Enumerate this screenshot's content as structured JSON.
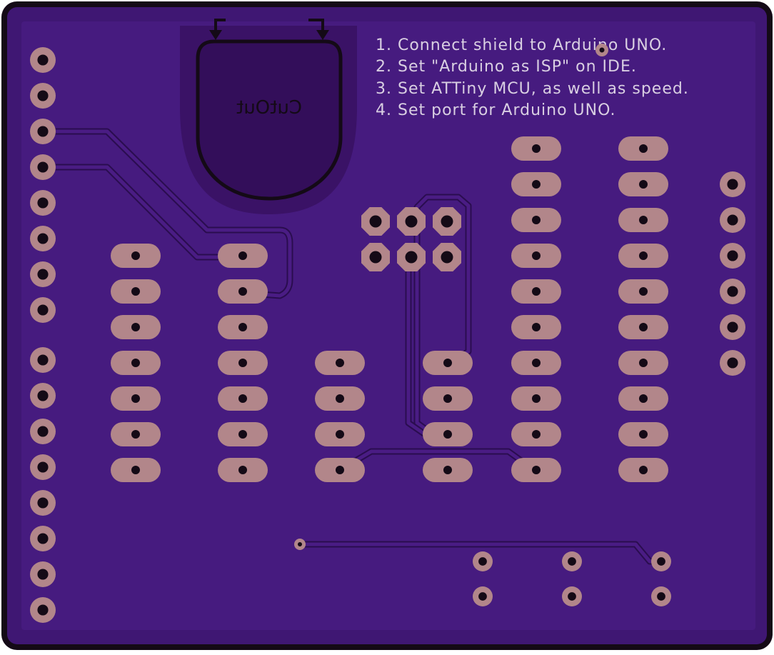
{
  "board": {
    "colors": {
      "edge": "#140a16",
      "soldermask": "#3f1773",
      "soldermask_inner": "#461b7f",
      "trace": "#4a1c84",
      "trace_edge": "#2a0d4f",
      "pad": "#b2868a",
      "drill": "#140a16",
      "silk_text": "#d9cfe2",
      "cutout_fill": "#330e5a",
      "cutout_halo": "#3a1266"
    },
    "instructions": [
      "1. Connect shield to Arduino UNO.",
      "2. Set \"Arduino as ISP\" on IDE.",
      "3. Set ATTiny MCU, as well as speed.",
      "4. Set port for Arduino UNO."
    ],
    "cutout_label": "CutOut",
    "cutout_label_mirrored": true
  }
}
